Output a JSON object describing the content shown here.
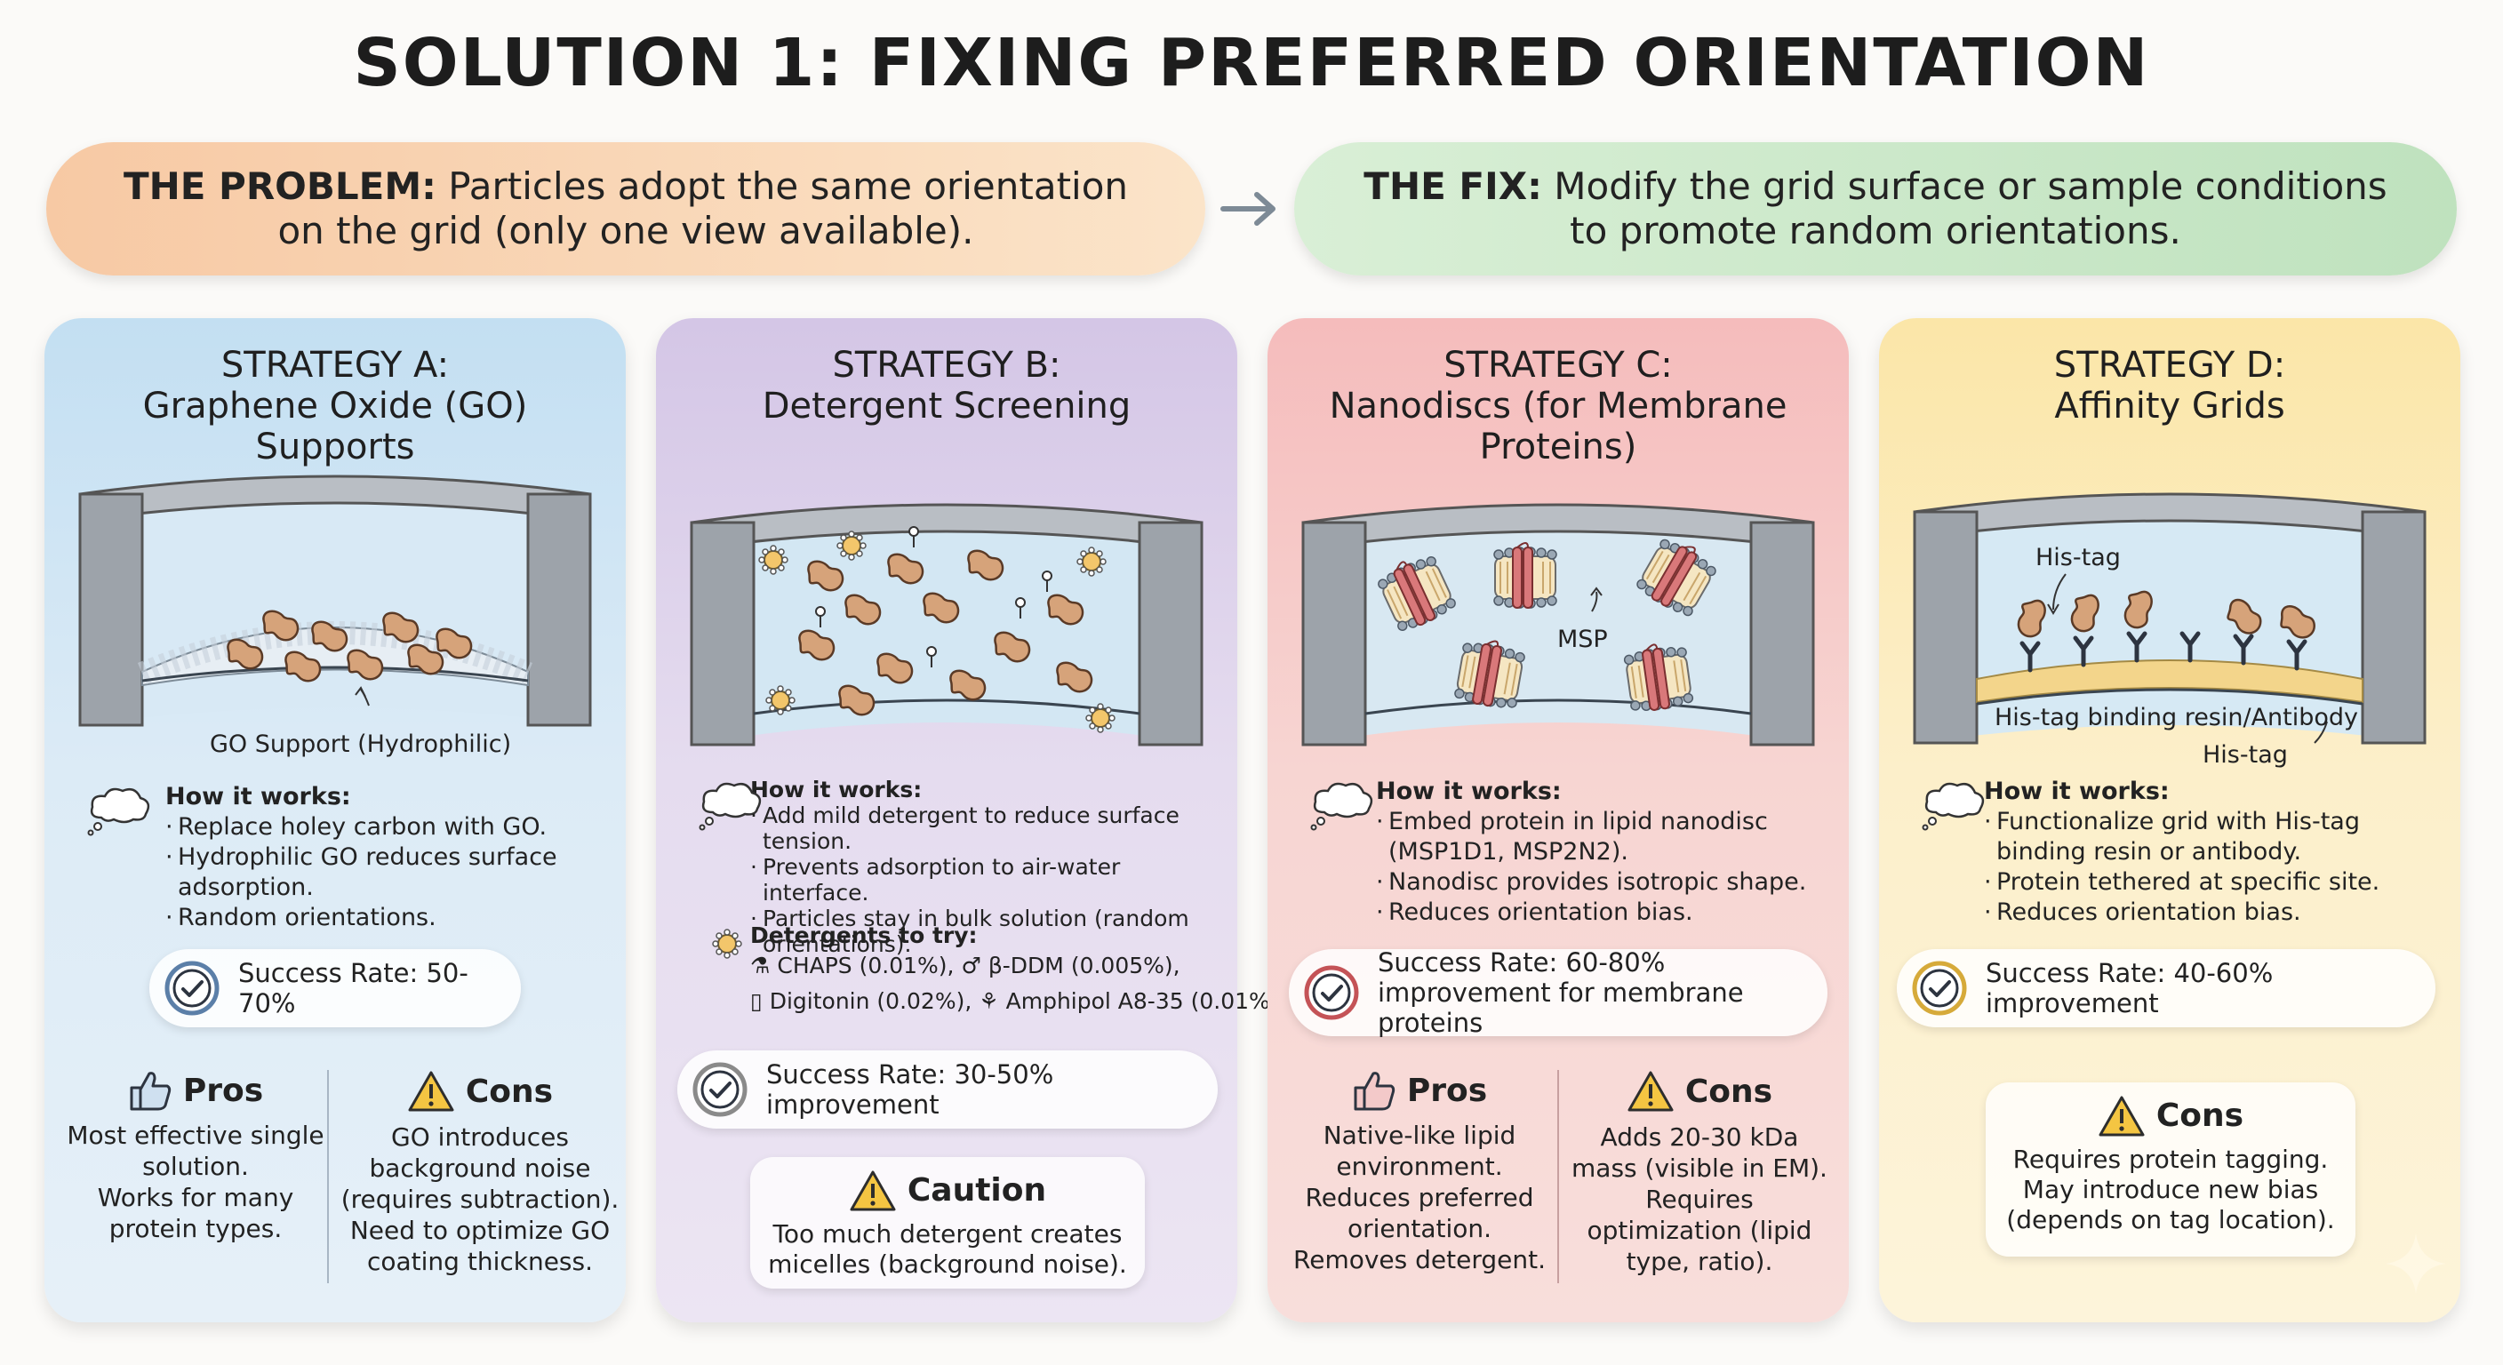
{
  "title": "SOLUTION 1: FIXING PREFERRED ORIENTATION",
  "problem": {
    "label": "THE PROBLEM:",
    "text": "Particles adopt the same orientation on the grid (only one view available)."
  },
  "fix": {
    "label": "THE FIX:",
    "text": "Modify the grid surface or sample conditions to promote random orientations."
  },
  "strategies": {
    "a": {
      "title_line1": "STRATEGY A:",
      "title_line2": "Graphene Oxide (GO)",
      "title_line3": "Supports",
      "illustration_label": "GO Support (Hydrophilic)",
      "how_title": "How it works:",
      "how": [
        "Replace holey carbon with GO.",
        "Hydrophilic GO reduces surface adsorption.",
        "Random orientations."
      ],
      "success": "Success Rate: 50-70%",
      "pros_title": "Pros",
      "pros": [
        "Most effective single solution.",
        "Works for many protein types."
      ],
      "cons_title": "Cons",
      "cons": [
        "GO introduces background noise (requires subtraction).",
        "Need to optimize GO coating thickness."
      ]
    },
    "b": {
      "title_line1": "STRATEGY B:",
      "title_line2": "Detergent Screening",
      "how_title": "How it works:",
      "how": [
        "Add mild detergent to reduce surface tension.",
        "Prevents adsorption to air-water interface.",
        "Particles stay in bulk solution (random orientations)."
      ],
      "detergents_title": "Detergents to try:",
      "detergents": [
        "CHAPS (0.01%),",
        "β-DDM (0.005%),",
        "Digitonin (0.02%),",
        "Amphipol A8-35 (0.01%)"
      ],
      "success": "Success Rate: 30-50% improvement",
      "caution_title": "Caution",
      "caution": "Too much detergent creates micelles (background noise)."
    },
    "c": {
      "title_line1": "STRATEGY C:",
      "title_line2": "Nanodiscs (for Membrane",
      "title_line3": "Proteins)",
      "illustration_label": "MSP",
      "how_title": "How it works:",
      "how": [
        "Embed protein in lipid nanodisc (MSP1D1, MSP2N2).",
        "Nanodisc provides isotropic shape.",
        "Reduces orientation bias."
      ],
      "success": "Success Rate: 60-80% improvement for membrane proteins",
      "pros_title": "Pros",
      "pros": [
        "Native-like lipid environment.",
        "Reduces preferred orientation.",
        "Removes detergent."
      ],
      "cons_title": "Cons",
      "cons": [
        "Adds 20-30 kDa mass (visible in EM).",
        "Requires optimization (lipid type, ratio)."
      ]
    },
    "d": {
      "title_line1": "STRATEGY D:",
      "title_line2": "Affinity Grids",
      "label_histag_top": "His-tag",
      "label_resin": "His-tag binding resin/Antibody",
      "label_histag_bottom": "His-tag",
      "how_title": "How it works:",
      "how": [
        "Functionalize grid with His-tag binding resin or antibody.",
        "Protein tethered at specific site.",
        "Reduces orientation bias."
      ],
      "success": "Success Rate: 40-60% improvement",
      "cons_title": "Cons",
      "cons": [
        "Requires protein tagging.",
        "May introduce new bias (depends on tag location)."
      ]
    }
  }
}
